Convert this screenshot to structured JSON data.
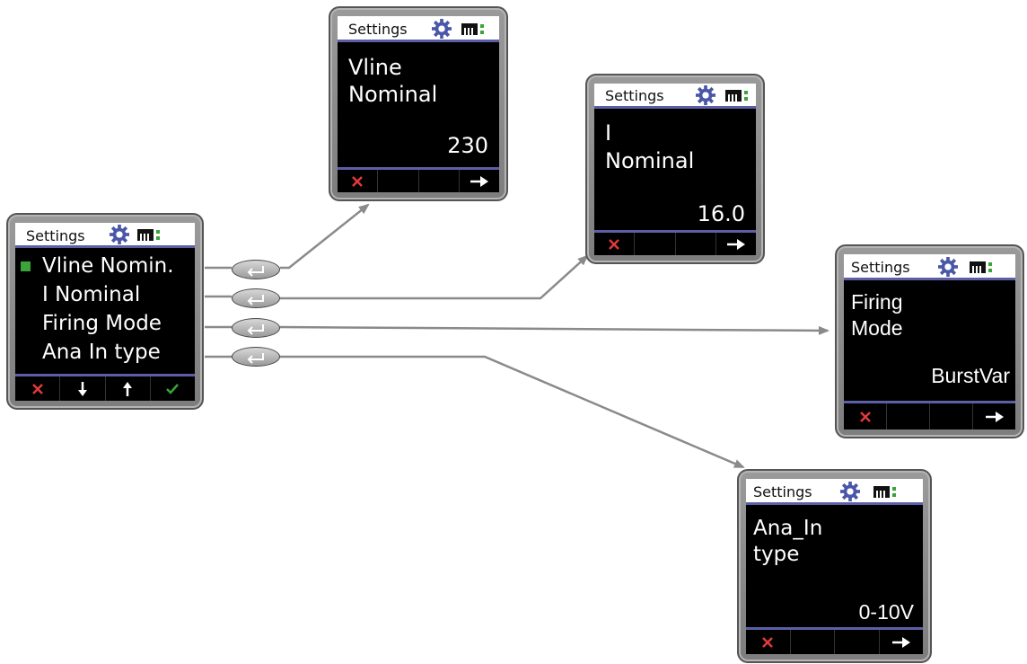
{
  "header_title": "Settings",
  "colors": {
    "accent": "#5d5fa6",
    "cancel": "#e23a3a",
    "confirm": "#3aa33a",
    "marker": "#3aa33a"
  },
  "icons": {
    "gear": "gear-icon",
    "module": "module-icon",
    "cancel": "cancel-x-icon",
    "down": "down-arrow-icon",
    "up": "up-arrow-icon",
    "confirm": "check-icon",
    "next": "right-arrow-icon",
    "enter": "enter-key-icon"
  },
  "main_menu": {
    "items": [
      "Vline Nomin.",
      "I Nominal",
      "Firing Mode",
      "Ana In type"
    ],
    "selected_index": 0
  },
  "screens": {
    "vline": {
      "line1": "Vline",
      "line2": "Nominal",
      "value": "230"
    },
    "inom": {
      "line1": "I",
      "line2": "Nominal",
      "value": "16.0"
    },
    "firing": {
      "line1": "Firing",
      "line2": "Mode",
      "value": "BurstVar"
    },
    "anain": {
      "line1": "Ana_In",
      "line2": "type",
      "value": "0-10V"
    }
  }
}
